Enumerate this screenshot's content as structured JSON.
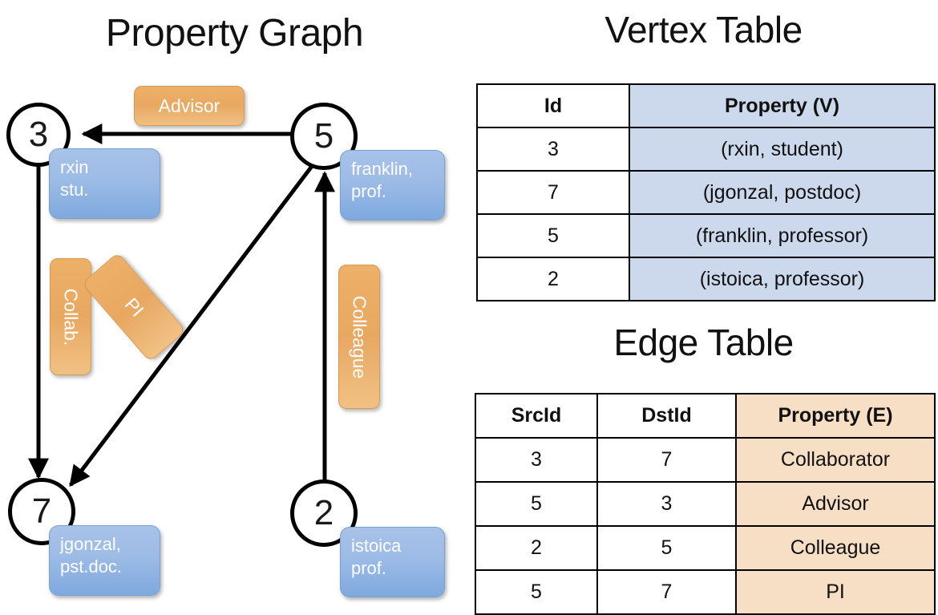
{
  "titles": {
    "property_graph": "Property Graph",
    "vertex_table": "Vertex Table",
    "edge_table": "Edge Table"
  },
  "graph": {
    "nodes": [
      {
        "id": "3",
        "property_label": "rxin\nstu.",
        "name": "rxin",
        "role": "stu."
      },
      {
        "id": "5",
        "property_label": "franklin,\nprof.",
        "name": "franklin,",
        "role": "prof."
      },
      {
        "id": "7",
        "property_label": "jgonzal,\npst.doc.",
        "name": "jgonzal,",
        "role": "pst.doc."
      },
      {
        "id": "2",
        "property_label": "istoica\nprof.",
        "name": "istoica",
        "role": "prof."
      }
    ],
    "edge_labels": [
      {
        "key": "advisor",
        "text": "Advisor"
      },
      {
        "key": "collab",
        "text": "Collab."
      },
      {
        "key": "pi",
        "text": "PI"
      },
      {
        "key": "colleague",
        "text": "Colleague"
      }
    ],
    "colors": {
      "vertex_box": "#9cbbe6",
      "edge_box": "#e8a862",
      "stroke": "#000000"
    }
  },
  "vertex_table": {
    "headers": [
      "Id",
      "Property (V)"
    ],
    "rows": [
      [
        "3",
        "(rxin, student)"
      ],
      [
        "7",
        "(jgonzal, postdoc)"
      ],
      [
        "5",
        "(franklin, professor)"
      ],
      [
        "2",
        "(istoica, professor)"
      ]
    ],
    "accent": "#ccd9ed"
  },
  "edge_table": {
    "headers": [
      "SrcId",
      "DstId",
      "Property (E)"
    ],
    "rows": [
      [
        "3",
        "7",
        "Collaborator"
      ],
      [
        "5",
        "3",
        "Advisor"
      ],
      [
        "2",
        "5",
        "Colleague"
      ],
      [
        "5",
        "7",
        "PI"
      ]
    ],
    "accent": "#f7dfc6"
  }
}
